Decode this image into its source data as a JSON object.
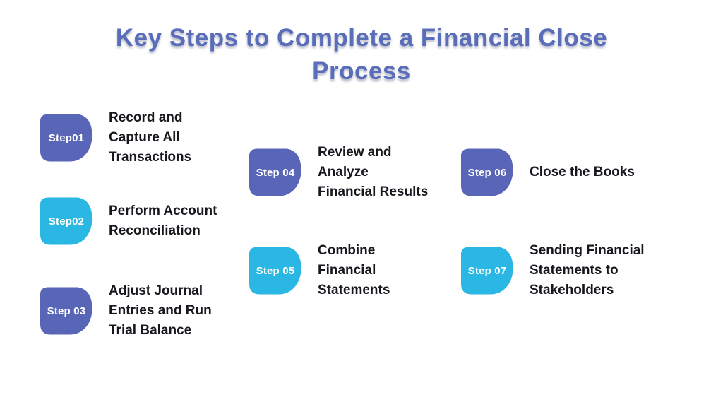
{
  "title": "Key Steps to Complete a Financial Close Process",
  "colors": {
    "background": "#ffffff",
    "title_text": "#5a6db9",
    "badge_purple": "#5966b7",
    "badge_cyan": "#2ab7e3",
    "badge_text": "#ffffff",
    "label_text": "#17181d"
  },
  "steps": [
    {
      "number": "Step01",
      "color": "purple",
      "label": "Record and\nCapture All\nTransactions"
    },
    {
      "number": "Step02",
      "color": "cyan",
      "label": "Perform Account\nReconciliation"
    },
    {
      "number": "Step 03",
      "color": "purple",
      "label": "Adjust Journal\nEntries and Run\nTrial Balance"
    },
    {
      "number": "Step 04",
      "color": "purple",
      "label": "Review and\nAnalyze\nFinancial Results"
    },
    {
      "number": "Step 05",
      "color": "cyan",
      "label": "Combine\nFinancial\nStatements"
    },
    {
      "number": "Step 06",
      "color": "purple",
      "label": "Close the Books"
    },
    {
      "number": "Step 07",
      "color": "cyan",
      "label": "Sending Financial\nStatements to\nStakeholders"
    }
  ]
}
